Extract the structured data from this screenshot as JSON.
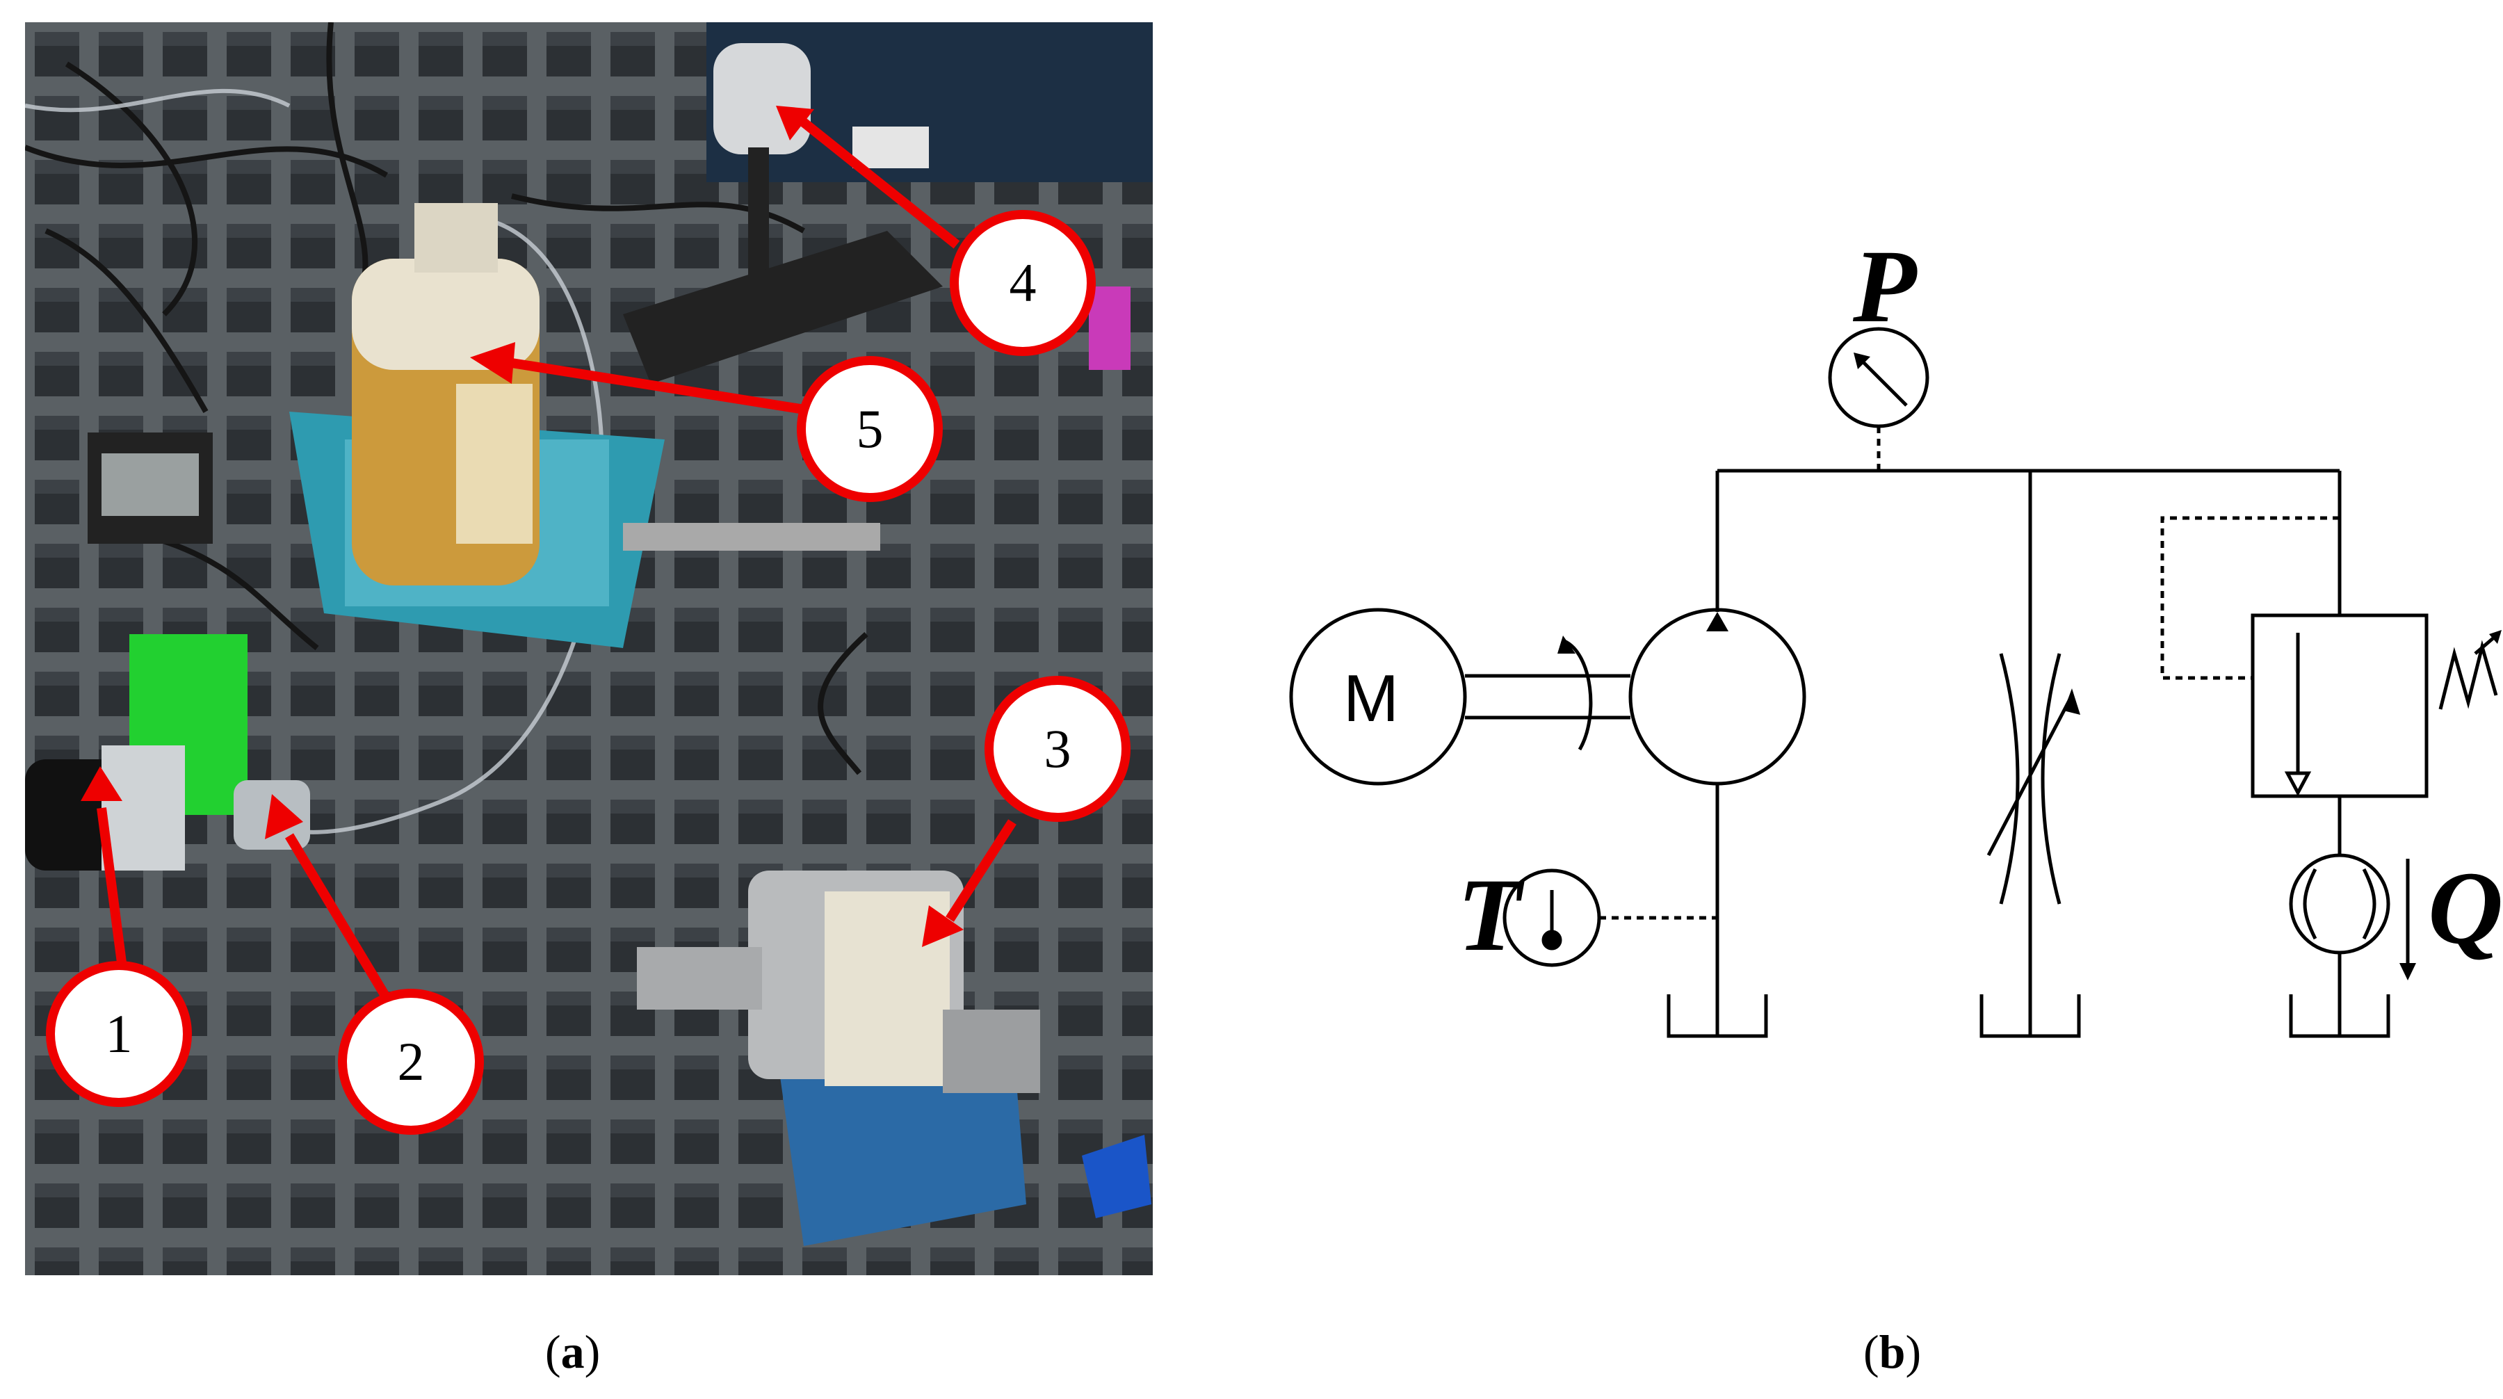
{
  "panel_a": {
    "callouts": [
      "1",
      "2",
      "3",
      "4",
      "5"
    ],
    "caption_letter": "a",
    "accent_color": "#ee0000"
  },
  "panel_b": {
    "motor_label": "M",
    "pressure_label": "P",
    "temperature_label": "T",
    "flow_label": "Q",
    "caption_letter": "b"
  }
}
